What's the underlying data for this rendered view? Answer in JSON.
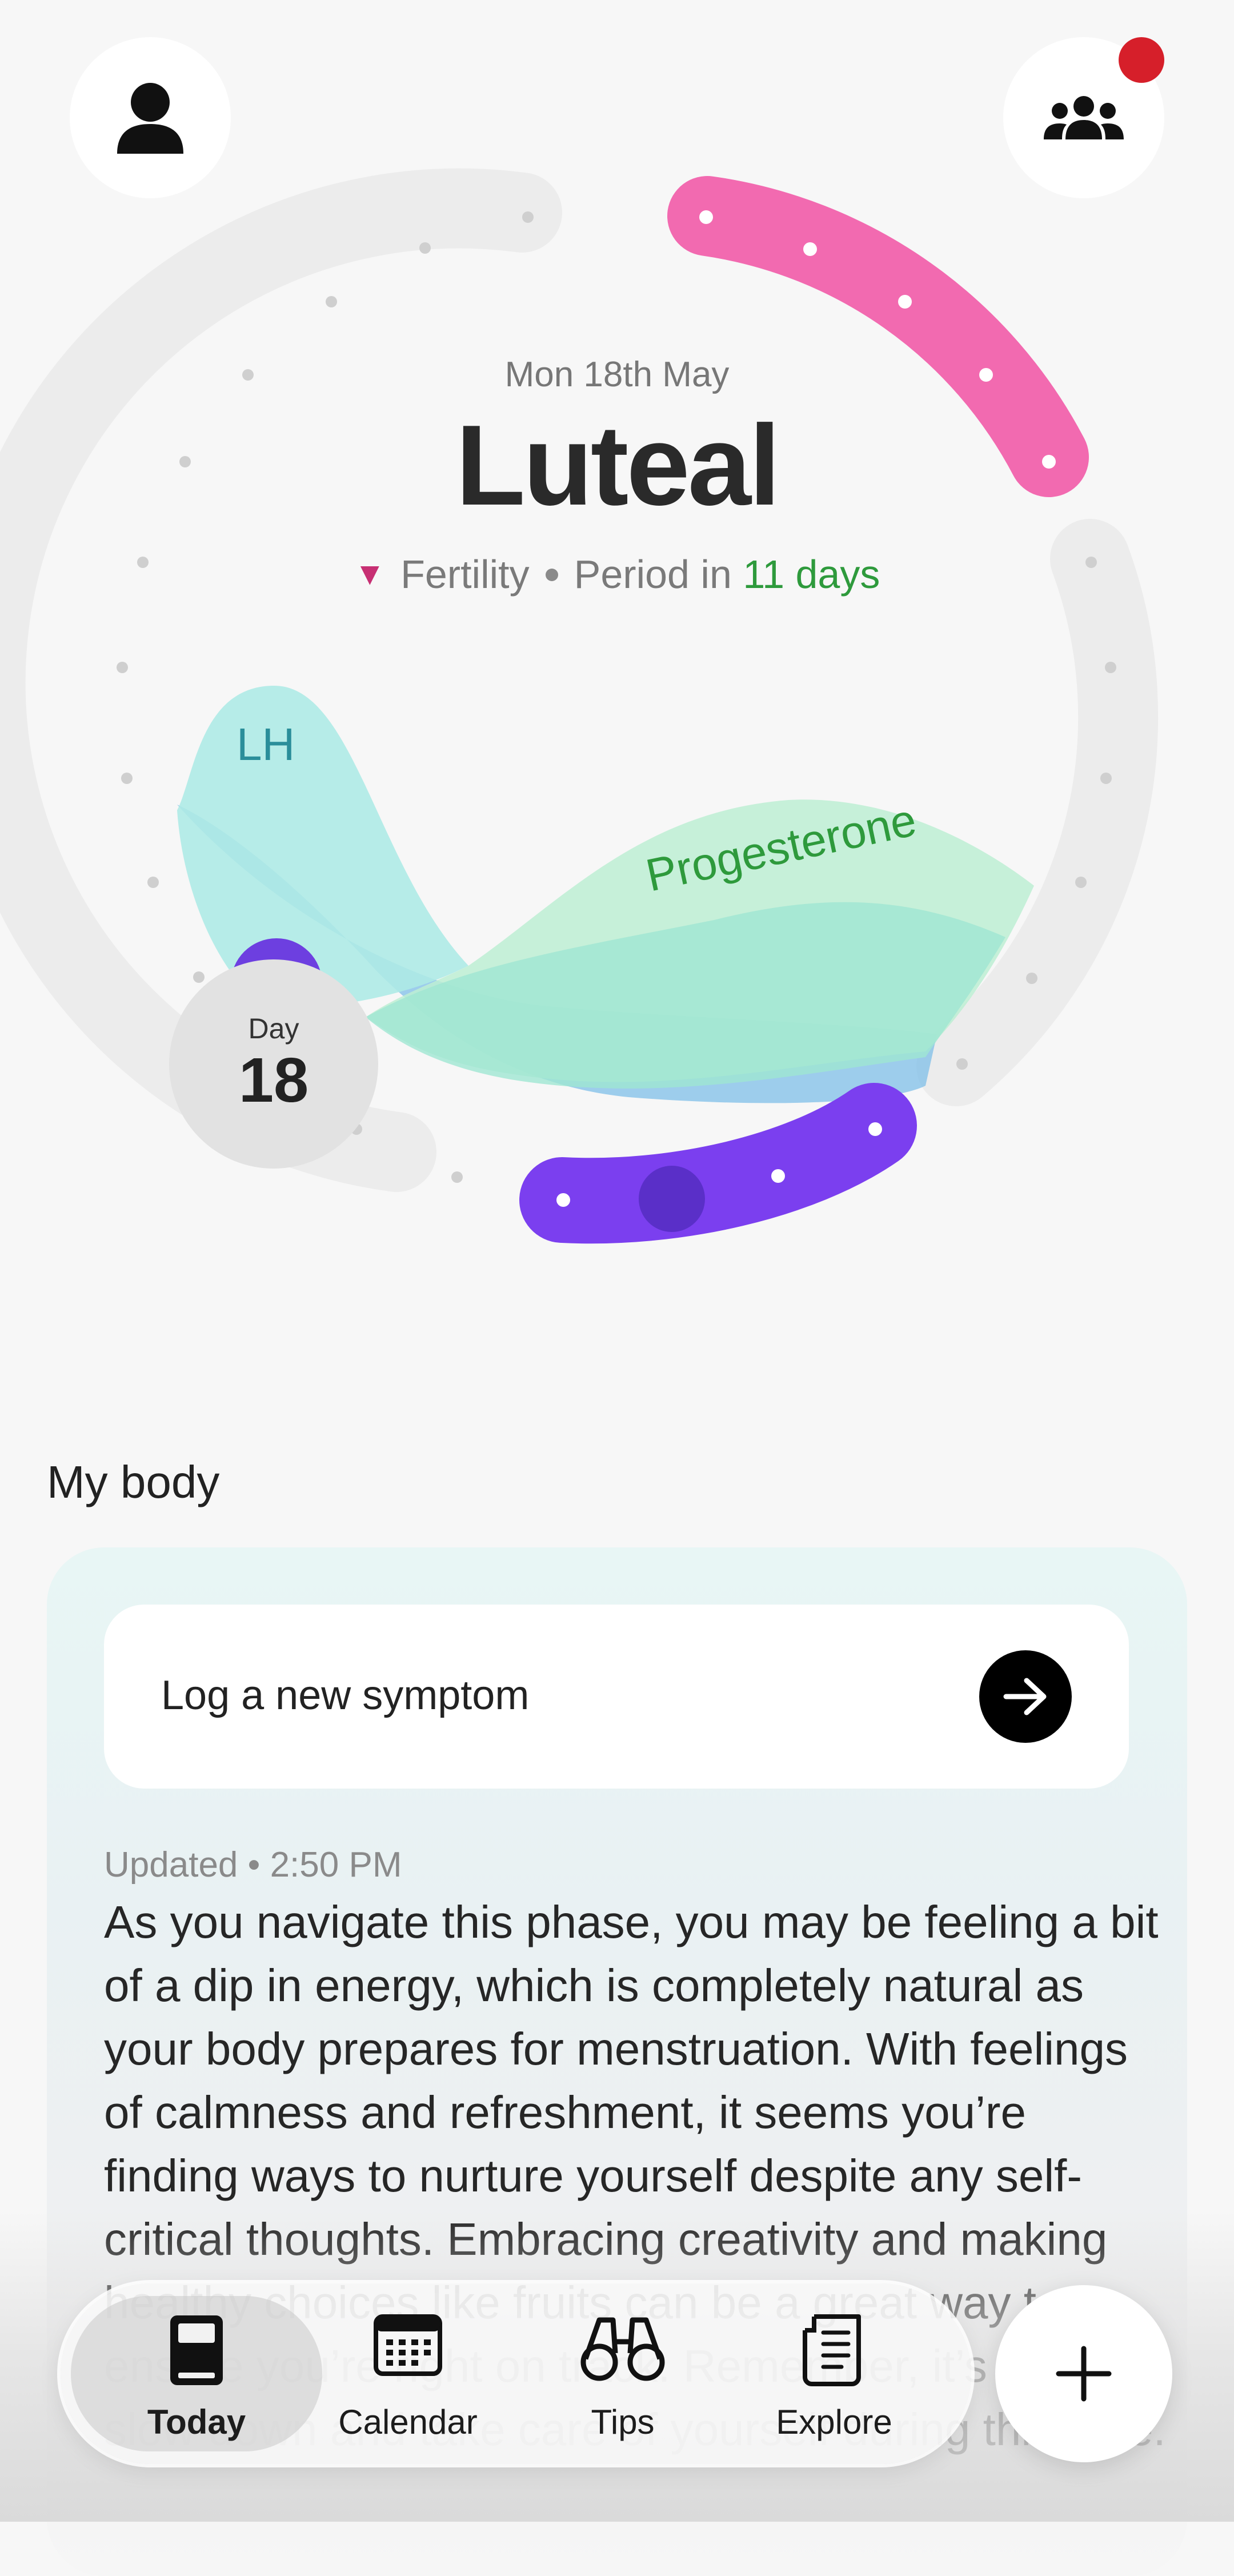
{
  "header": {
    "profile_icon": "person-icon",
    "community_icon": "group-icon",
    "notification_color": "#d61f2a"
  },
  "cycle": {
    "date": "Mon 18th May",
    "phase": "Luteal",
    "fertility_label": "Fertility",
    "period_prefix": "Period in",
    "period_days": "11 days",
    "lh_label": "LH",
    "progesterone_label": "Progesterone",
    "day_label": "Day",
    "day_number": "18",
    "colors": {
      "period": "#f26ab0",
      "ovulation": "#7b3fef",
      "lh": "#aeeae6",
      "progesterone": "#c9f2cf",
      "estrogen": "#8fcaf0",
      "accent_green": "#2e9a3c",
      "fertility_marker": "#c72f73"
    }
  },
  "my_body": {
    "title": "My body",
    "log_label": "Log a new symptom",
    "updated": "Updated • 2:50 PM",
    "text": "As you navigate this phase, you may be feeling a bit of a dip in energy, which is completely natural as your body prepares for menstruation. With feelings of calmness and refreshment, it seems you’re finding ways to nurture yourself despite any self-critical thoughts. Embracing creativity and making healthy choices like fruits can be a great way to ensure you’re right on track. Remember, it’s okay to slow down and take care of yourself during this time."
  },
  "tabs": [
    {
      "label": "Today",
      "icon": "journal-icon",
      "active": true
    },
    {
      "label": "Calendar",
      "icon": "calendar-icon",
      "active": false
    },
    {
      "label": "Tips",
      "icon": "binoculars-icon",
      "active": false
    },
    {
      "label": "Explore",
      "icon": "document-icon",
      "active": false
    }
  ],
  "fab": {
    "icon": "plus-icon"
  }
}
